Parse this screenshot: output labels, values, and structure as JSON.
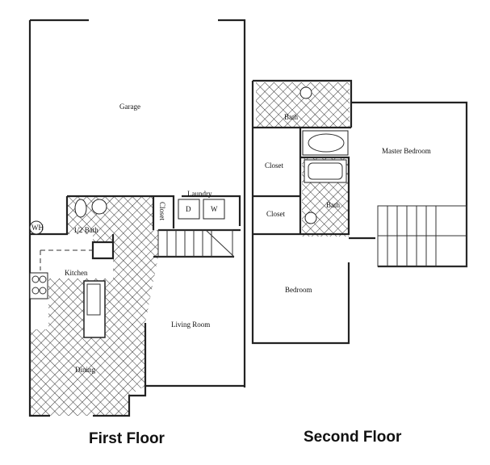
{
  "first_floor": {
    "title": "First Floor",
    "rooms": {
      "garage": "Garage",
      "laundry": "Laundry",
      "dryer": "D",
      "washer": "W",
      "water_heater": "WH",
      "closet": "Closet",
      "half_bath": "1/2 Bath",
      "kitchen": "Kitchen",
      "dining": "Dining",
      "living_room": "Living Room"
    }
  },
  "second_floor": {
    "title": "Second Floor",
    "rooms": {
      "bath_top": "Bath",
      "closet_top": "Closet",
      "master_bedroom": "Master Bedroom",
      "closet_bottom": "Closet",
      "bath_bottom": "Bath",
      "bedroom": "Bedroom"
    }
  }
}
